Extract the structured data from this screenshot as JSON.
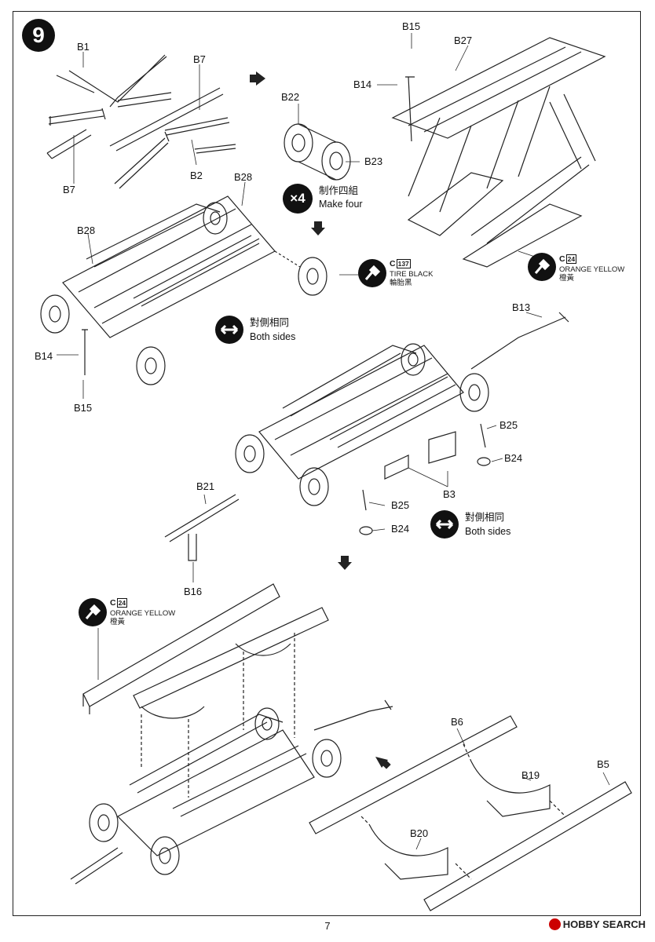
{
  "step": {
    "number": "9"
  },
  "labels": {
    "b1": "B1",
    "b7a": "B7",
    "b7b": "B7",
    "b2": "B2",
    "b22": "B22",
    "b23": "B23",
    "b15_top": "B15",
    "b27": "B27",
    "b14_top": "B14",
    "b28a": "B28",
    "b28b": "B28",
    "b14_left": "B14",
    "b15_left": "B15",
    "b13": "B13",
    "b25a": "B25",
    "b24a": "B24",
    "b3": "B3",
    "b21": "B21",
    "b25b": "B25",
    "b24b": "B24",
    "b16": "B16",
    "b6": "B6",
    "b5": "B5",
    "b19": "B19",
    "b20": "B20"
  },
  "notes": {
    "make_four_cn": "制作四組",
    "make_four_en": "Make four",
    "x4": "×4",
    "both_sides_1_cn": "對側相同",
    "both_sides_1_en": "Both sides",
    "both_sides_2_cn": "對側相同",
    "both_sides_2_en": "Both sides"
  },
  "paints": {
    "tire_black": {
      "code": "C",
      "num": "137",
      "en": "TIRE BLACK",
      "cn": "輪胎黑",
      "color": "#111111"
    },
    "orange_yellow_1": {
      "code": "C",
      "num": "24",
      "en": "ORANGE YELLOW",
      "cn": "橙黃",
      "color": "#111111"
    },
    "orange_yellow_2": {
      "code": "C",
      "num": "24",
      "en": "ORANGE YELLOW",
      "cn": "橙黃",
      "color": "#111111"
    }
  },
  "footer": {
    "page_number": "7",
    "watermark": "HOBBY SEARCH"
  }
}
